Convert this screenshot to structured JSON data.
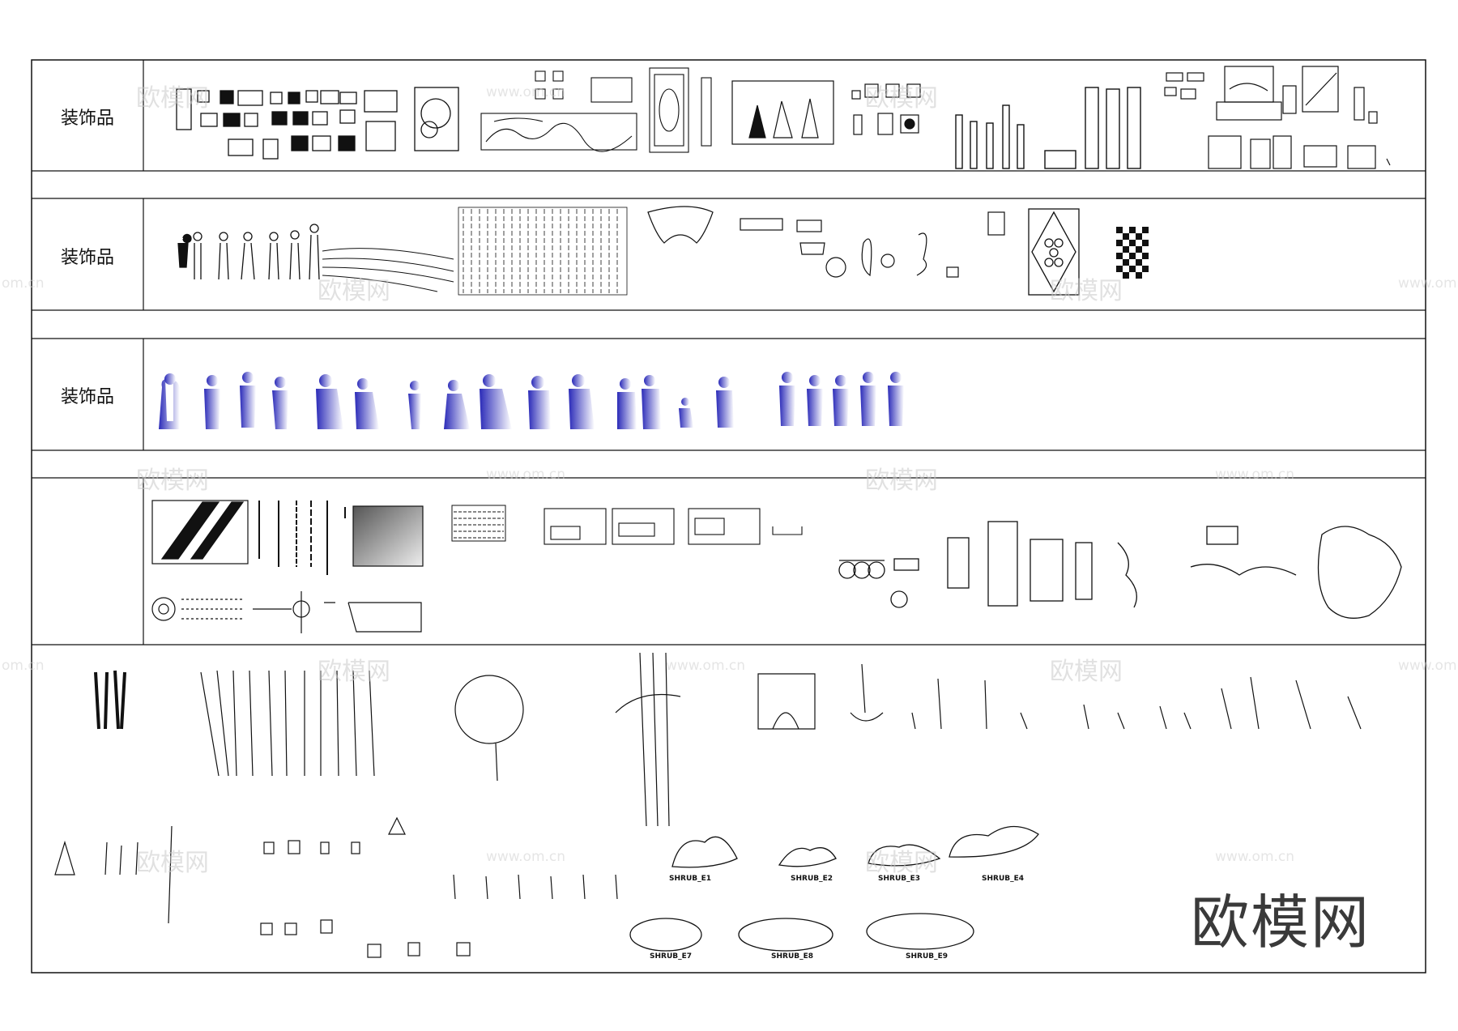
{
  "sections": [
    {
      "label": "装饰品"
    },
    {
      "label": "装饰品"
    },
    {
      "label": "装饰品"
    }
  ],
  "shrubs": [
    {
      "label": "SHRUB_E1"
    },
    {
      "label": "SHRUB_E2"
    },
    {
      "label": "SHRUB_E3"
    },
    {
      "label": "SHRUB_E4"
    },
    {
      "label": "SHRUB_E7"
    },
    {
      "label": "SHRUB_E8"
    },
    {
      "label": "SHRUB_E9"
    }
  ],
  "watermark": {
    "text": "欧模网",
    "url": "www.om.cn",
    "url_short": "om.cn"
  },
  "brand": "欧模网",
  "colors": {
    "line": "#111111",
    "people_fill": "#3b3bc4",
    "watermark": "#c9c9c9"
  }
}
